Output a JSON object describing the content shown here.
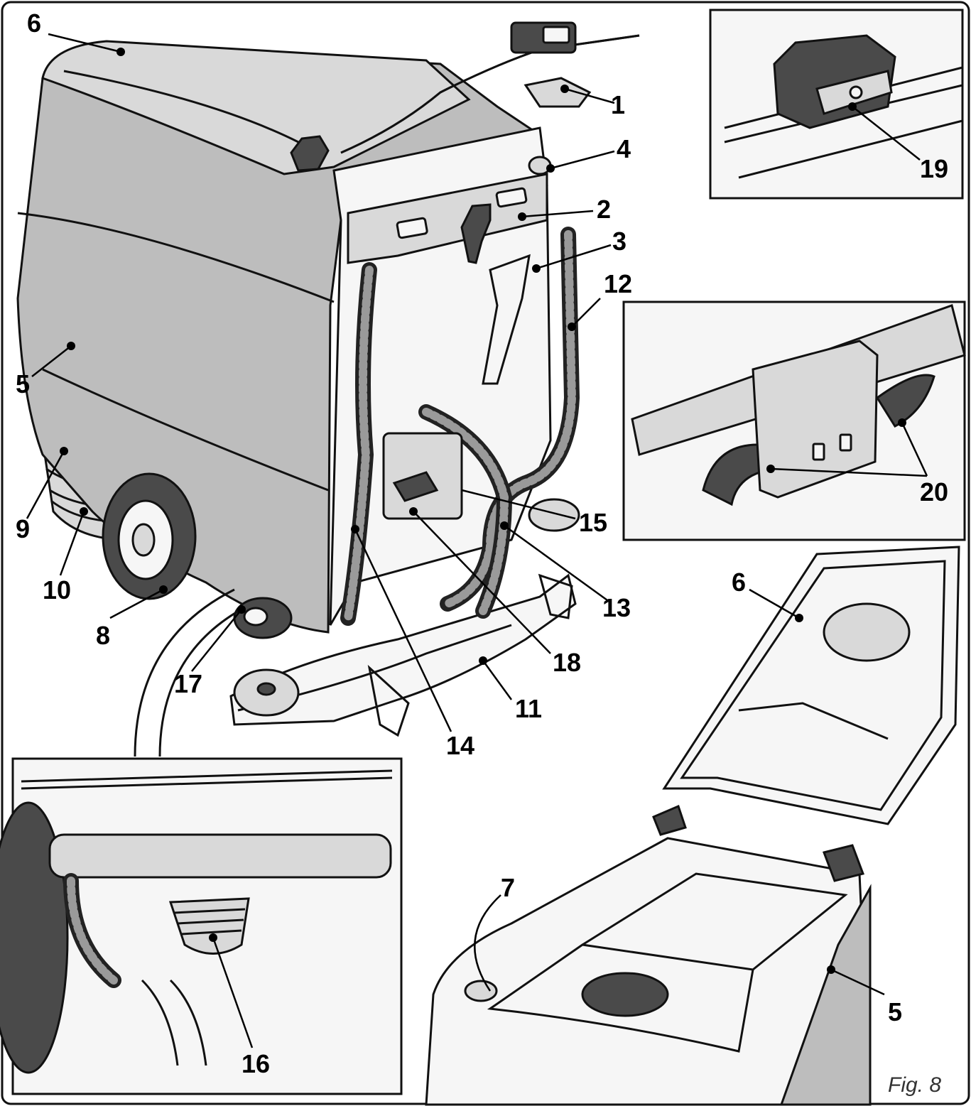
{
  "figure": {
    "caption": "Fig. 8",
    "colors": {
      "body": "#bdbdbd",
      "outline": "#111111",
      "background": "#ffffff"
    },
    "callouts": [
      {
        "id": "c1",
        "text": "1"
      },
      {
        "id": "c2",
        "text": "2"
      },
      {
        "id": "c3",
        "text": "3"
      },
      {
        "id": "c4",
        "text": "4"
      },
      {
        "id": "c5a",
        "text": "5"
      },
      {
        "id": "c5b",
        "text": "5"
      },
      {
        "id": "c6a",
        "text": "6"
      },
      {
        "id": "c6b",
        "text": "6"
      },
      {
        "id": "c7",
        "text": "7"
      },
      {
        "id": "c8",
        "text": "8"
      },
      {
        "id": "c9",
        "text": "9"
      },
      {
        "id": "c10",
        "text": "10"
      },
      {
        "id": "c11",
        "text": "11"
      },
      {
        "id": "c12",
        "text": "12"
      },
      {
        "id": "c13",
        "text": "13"
      },
      {
        "id": "c14",
        "text": "14"
      },
      {
        "id": "c15",
        "text": "15"
      },
      {
        "id": "c16",
        "text": "16"
      },
      {
        "id": "c17",
        "text": "17"
      },
      {
        "id": "c18",
        "text": "18"
      },
      {
        "id": "c19",
        "text": "19"
      },
      {
        "id": "c20",
        "text": "20"
      }
    ]
  }
}
